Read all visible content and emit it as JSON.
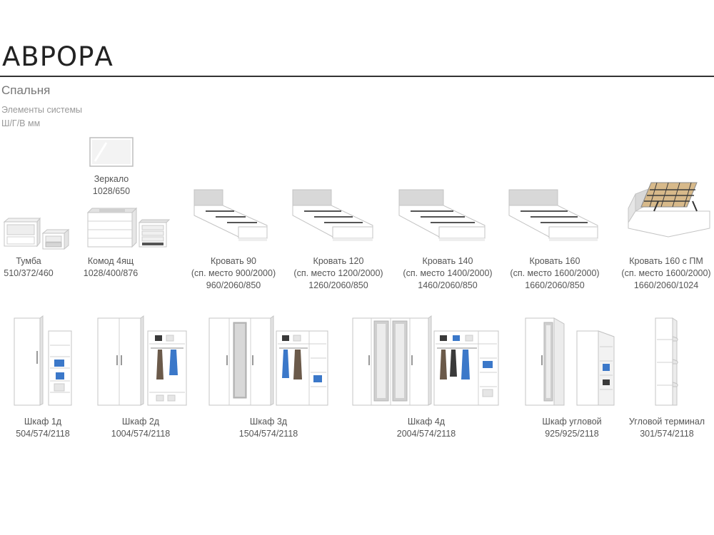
{
  "header": {
    "title": "АВРОРА",
    "subtitle": "Спальня",
    "note_line1": "Элементы системы",
    "note_line2": "Ш/Г/В мм"
  },
  "products_top": [
    {
      "name": "Зеркало",
      "line2": "",
      "dims": "1028/650"
    },
    {
      "name": "Тумба",
      "line2": "",
      "dims": "510/372/460"
    },
    {
      "name": "Комод 4ящ",
      "line2": "",
      "dims": "1028/400/876"
    },
    {
      "name": "Кровать 90",
      "line2": "(сп. место 900/2000)",
      "dims": "960/2060/850"
    },
    {
      "name": "Кровать 120",
      "line2": "(сп. место 1200/2000)",
      "dims": "1260/2060/850"
    },
    {
      "name": "Кровать 140",
      "line2": "(сп. место 1400/2000)",
      "dims": "1460/2060/850"
    },
    {
      "name": "Кровать 160",
      "line2": "(сп. место 1600/2000)",
      "dims": "1660/2060/850"
    },
    {
      "name": "Кровать 160 с ПМ",
      "line2": "(сп. место 1600/2000)",
      "dims": "1660/2060/1024"
    }
  ],
  "products_bottom": [
    {
      "name": "Шкаф 1д",
      "dims": "504/574/2118"
    },
    {
      "name": "Шкаф 2д",
      "dims": "1004/574/2118"
    },
    {
      "name": "Шкаф 3д",
      "dims": "1504/574/2118"
    },
    {
      "name": "Шкаф 4д",
      "dims": "2004/574/2118"
    },
    {
      "name": "Шкаф угловой",
      "dims": "925/925/2118"
    },
    {
      "name": "Угловой терминал",
      "dims": "301/574/2118"
    }
  ],
  "colors": {
    "white": "#ffffff",
    "edge": "#c9c9c9",
    "concrete": "#d4d4d4",
    "shadow": "#e9e9e9",
    "dark": "#3a3a3a",
    "wood": "#d7b98a",
    "blue": "#3b78c9"
  }
}
